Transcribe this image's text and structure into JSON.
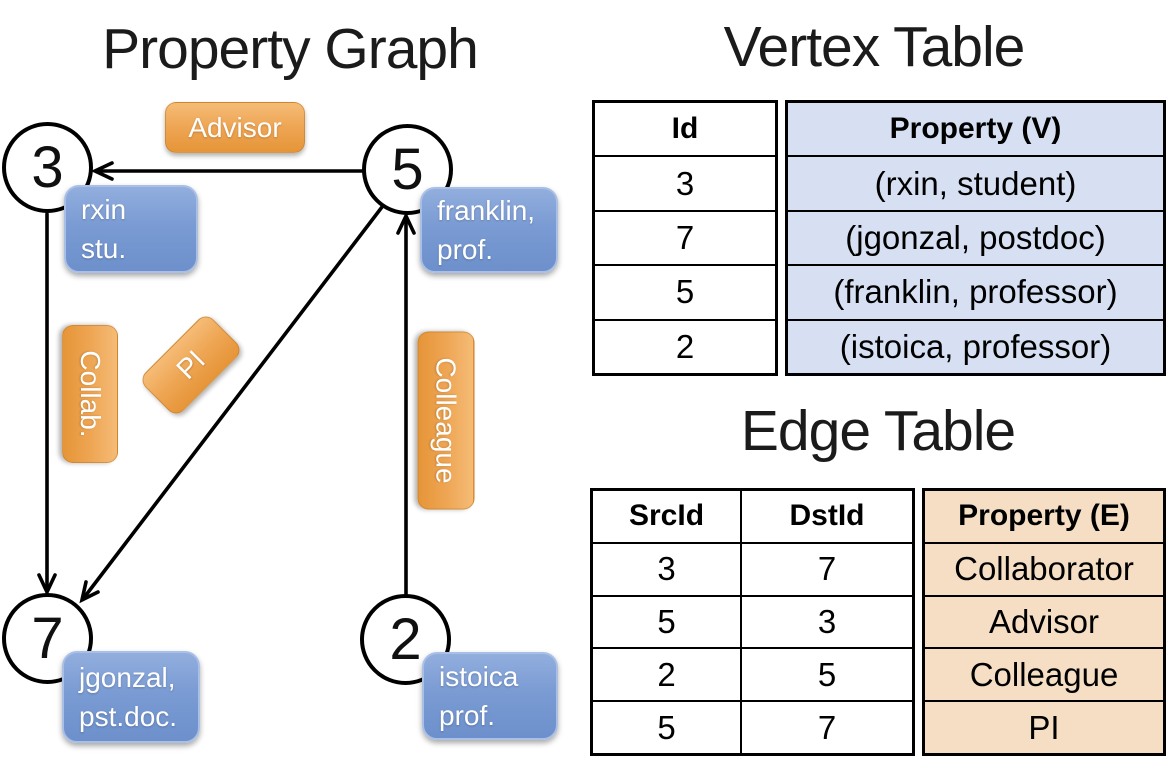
{
  "graph": {
    "title": "Property Graph",
    "nodes": [
      {
        "id": "3",
        "property_lines": [
          "rxin",
          "stu."
        ]
      },
      {
        "id": "5",
        "property_lines": [
          "franklin,",
          "prof."
        ]
      },
      {
        "id": "7",
        "property_lines": [
          "jgonzal,",
          "pst.doc."
        ]
      },
      {
        "id": "2",
        "property_lines": [
          "istoica",
          "prof."
        ]
      }
    ],
    "edges": [
      {
        "src": "5",
        "dst": "3",
        "label": "Advisor"
      },
      {
        "src": "3",
        "dst": "7",
        "label": "Collab."
      },
      {
        "src": "5",
        "dst": "7",
        "label": "PI"
      },
      {
        "src": "2",
        "dst": "5",
        "label": "Colleague"
      }
    ]
  },
  "vertex_table": {
    "title": "Vertex Table",
    "headers": {
      "id": "Id",
      "property": "Property (V)"
    },
    "rows": [
      {
        "id": "3",
        "property": "(rxin, student)"
      },
      {
        "id": "7",
        "property": "(jgonzal, postdoc)"
      },
      {
        "id": "5",
        "property": "(franklin, professor)"
      },
      {
        "id": "2",
        "property": "(istoica, professor)"
      }
    ]
  },
  "edge_table": {
    "title": "Edge Table",
    "headers": {
      "src": "SrcId",
      "dst": "DstId",
      "property": "Property (E)"
    },
    "rows": [
      {
        "src": "3",
        "dst": "7",
        "property": "Collaborator"
      },
      {
        "src": "5",
        "dst": "3",
        "property": "Advisor"
      },
      {
        "src": "2",
        "dst": "5",
        "property": "Colleague"
      },
      {
        "src": "5",
        "dst": "7",
        "property": "PI"
      }
    ]
  },
  "colors": {
    "vertex_property_bg": "#D6E0F2",
    "edge_property_bg": "#F5DEC3",
    "orange_pill": "#EEA553",
    "blue_pill": "#7A9BD3",
    "edge_line": "#000000"
  }
}
